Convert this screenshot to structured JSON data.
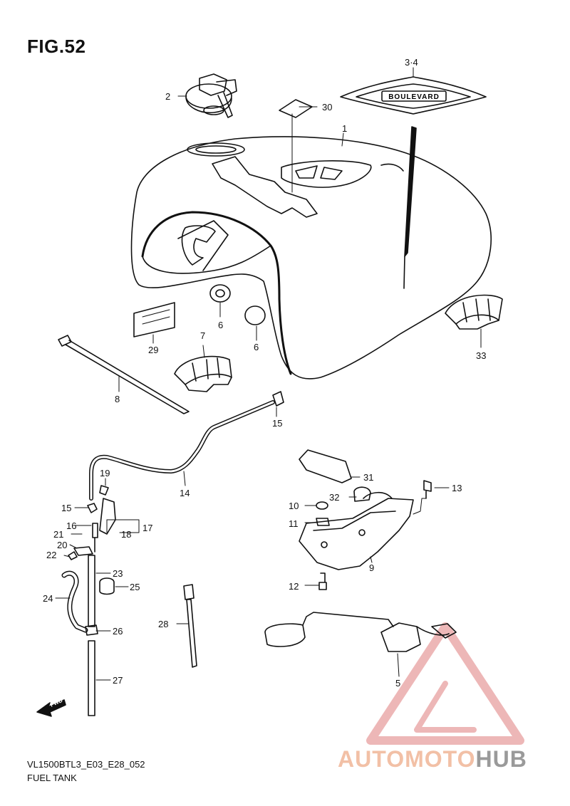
{
  "figure": {
    "title": "FIG.52",
    "model_code": "VL1500BTL3_E03_E28_052",
    "section_name": "FUEL TANK",
    "emblem_text": "BOULEVARD",
    "fwd_text": "FWD"
  },
  "callouts": [
    {
      "id": "1",
      "label": "1"
    },
    {
      "id": "2",
      "label": "2"
    },
    {
      "id": "3-4",
      "label": "3·4"
    },
    {
      "id": "5",
      "label": "5"
    },
    {
      "id": "6a",
      "label": "6"
    },
    {
      "id": "6b",
      "label": "6"
    },
    {
      "id": "7",
      "label": "7"
    },
    {
      "id": "8",
      "label": "8"
    },
    {
      "id": "9",
      "label": "9"
    },
    {
      "id": "10",
      "label": "10"
    },
    {
      "id": "11",
      "label": "11"
    },
    {
      "id": "12",
      "label": "12"
    },
    {
      "id": "13",
      "label": "13"
    },
    {
      "id": "14",
      "label": "14"
    },
    {
      "id": "15a",
      "label": "15"
    },
    {
      "id": "15b",
      "label": "15"
    },
    {
      "id": "16",
      "label": "16"
    },
    {
      "id": "17",
      "label": "17"
    },
    {
      "id": "18",
      "label": "18"
    },
    {
      "id": "19",
      "label": "19"
    },
    {
      "id": "20",
      "label": "20"
    },
    {
      "id": "21",
      "label": "21"
    },
    {
      "id": "22",
      "label": "22"
    },
    {
      "id": "23",
      "label": "23"
    },
    {
      "id": "24",
      "label": "24"
    },
    {
      "id": "25",
      "label": "25"
    },
    {
      "id": "26",
      "label": "26"
    },
    {
      "id": "27",
      "label": "27"
    },
    {
      "id": "28",
      "label": "28"
    },
    {
      "id": "29",
      "label": "29"
    },
    {
      "id": "30",
      "label": "30"
    },
    {
      "id": "31",
      "label": "31"
    },
    {
      "id": "32",
      "label": "32"
    },
    {
      "id": "33",
      "label": "33"
    }
  ],
  "watermark": {
    "text_part_1": "AUTOMOTO",
    "text_part_2": "HUB",
    "color_primary": "#e88a8a",
    "color_secondary": "#9a9a9a"
  }
}
